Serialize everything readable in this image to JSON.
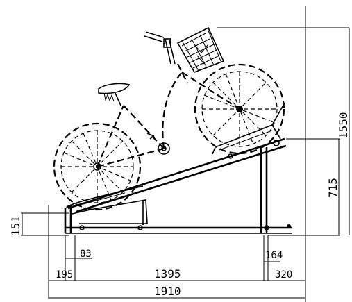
{
  "dimensions": {
    "total_height": "1550",
    "rack_height": "715",
    "front_clearance": "151",
    "left_offset": "195",
    "front_post": "83",
    "span": "1395",
    "rear_post": "164",
    "rear_offset": "320",
    "total_length": "1910"
  },
  "icons": {
    "bicycle": "bicycle-illustration",
    "basket": "basket-icon",
    "rack": "bike-rack-frame"
  }
}
